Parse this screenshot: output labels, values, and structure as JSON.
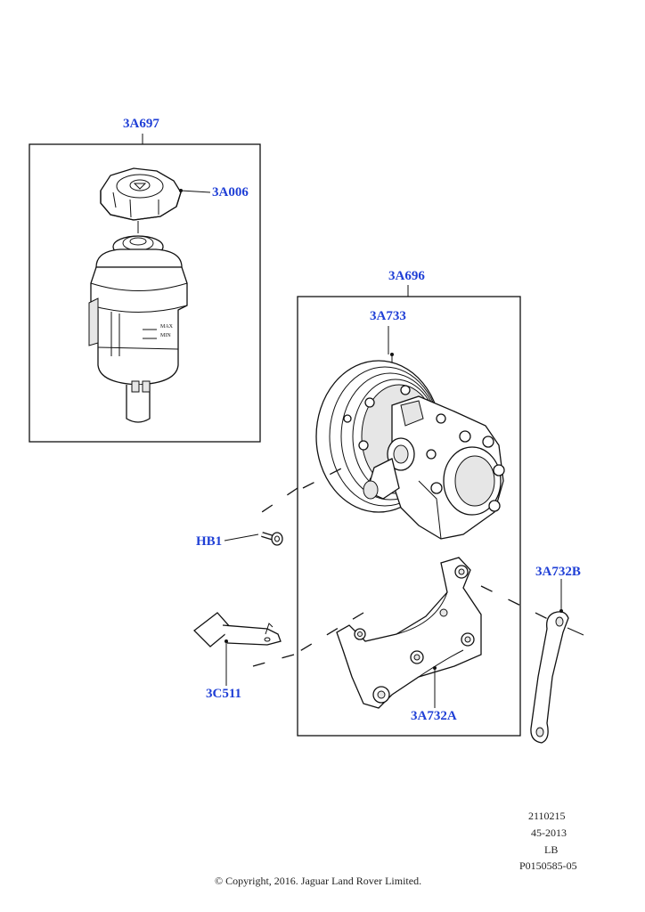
{
  "labels": {
    "reservoir_assembly": "3A697",
    "reservoir_cap": "3A006",
    "pump_assembly": "3A696",
    "pump": "3A733",
    "bolt": "HB1",
    "heat_shield": "3C511",
    "bracket_a": "3A732A",
    "bracket_b": "3A732B"
  },
  "footer": {
    "line1": "2110215",
    "line2": "45-2013",
    "line3": "LB",
    "line4": "P0150585-05",
    "copyright": "© Copyright, 2016. Jaguar Land Rover Limited."
  },
  "colors": {
    "callout": "#1f3fd6",
    "linework": "#111111"
  }
}
